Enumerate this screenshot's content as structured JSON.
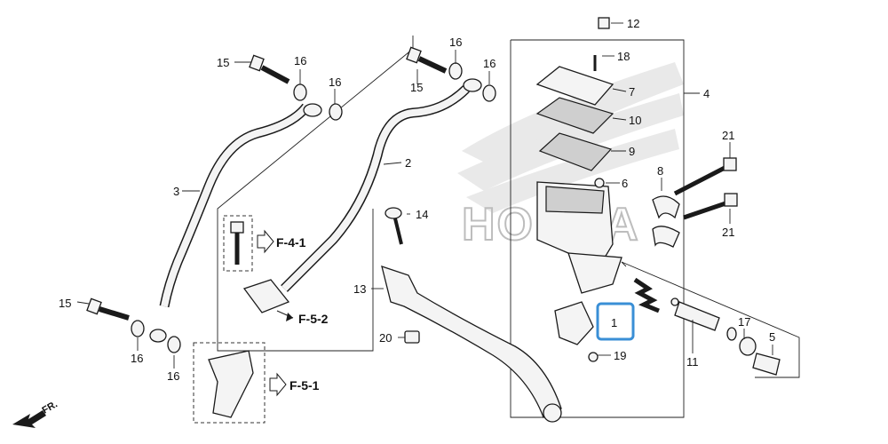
{
  "callouts": {
    "c1": "1",
    "c2": "2",
    "c3": "3",
    "c4": "4",
    "c5": "5",
    "c6": "6",
    "c7": "7",
    "c8": "8",
    "c9": "9",
    "c10": "10",
    "c11": "11",
    "c12": "12",
    "c13": "13",
    "c14": "14",
    "c15a": "15",
    "c15b": "15",
    "c15c": "15",
    "c16a": "16",
    "c16b": "16",
    "c16c": "16",
    "c16d": "16",
    "c16e": "16",
    "c16f": "16",
    "c17": "17",
    "c18": "18",
    "c19": "19",
    "c20": "20",
    "c21a": "21",
    "c21b": "21"
  },
  "refs": {
    "f41": "F-4-1",
    "f52": "F-5-2",
    "f51": "F-5-1"
  },
  "direction": "FR.",
  "watermark": "HONDA",
  "highlight": {
    "part": "1",
    "color": "#3a8fd6"
  }
}
